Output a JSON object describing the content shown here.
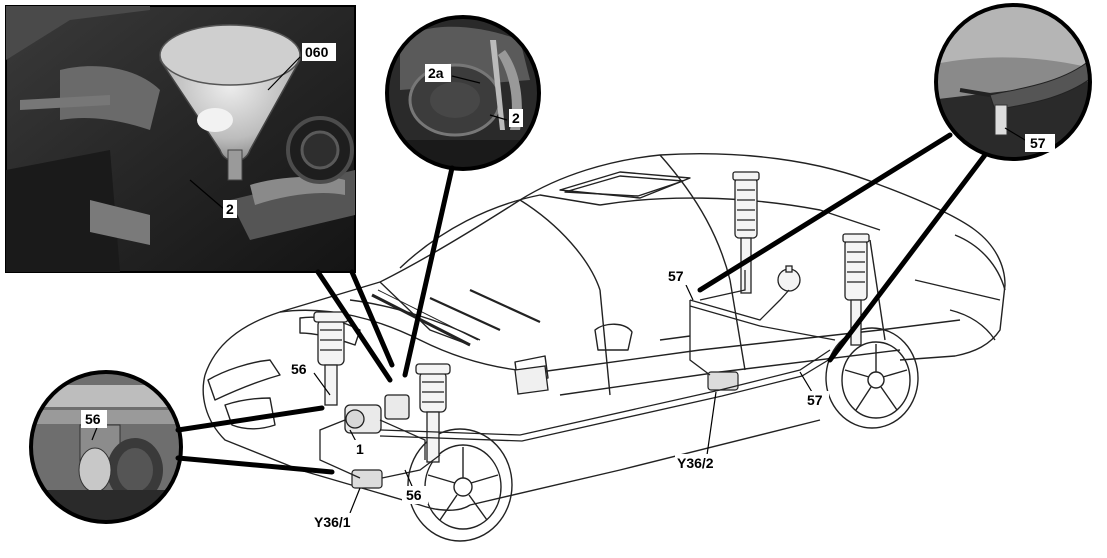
{
  "callouts": {
    "funnel": "060",
    "line_inset1": "2",
    "part_2a": "2a",
    "part_2": "2",
    "inset_57": "57",
    "valve_57_rear": "57",
    "valve_57_right": "57",
    "inset_56": "56",
    "valve_56_front": "56",
    "valve_56_lower": "56",
    "item_1": "1",
    "y36_1": "Y36/1",
    "y36_2": "Y36/2"
  }
}
